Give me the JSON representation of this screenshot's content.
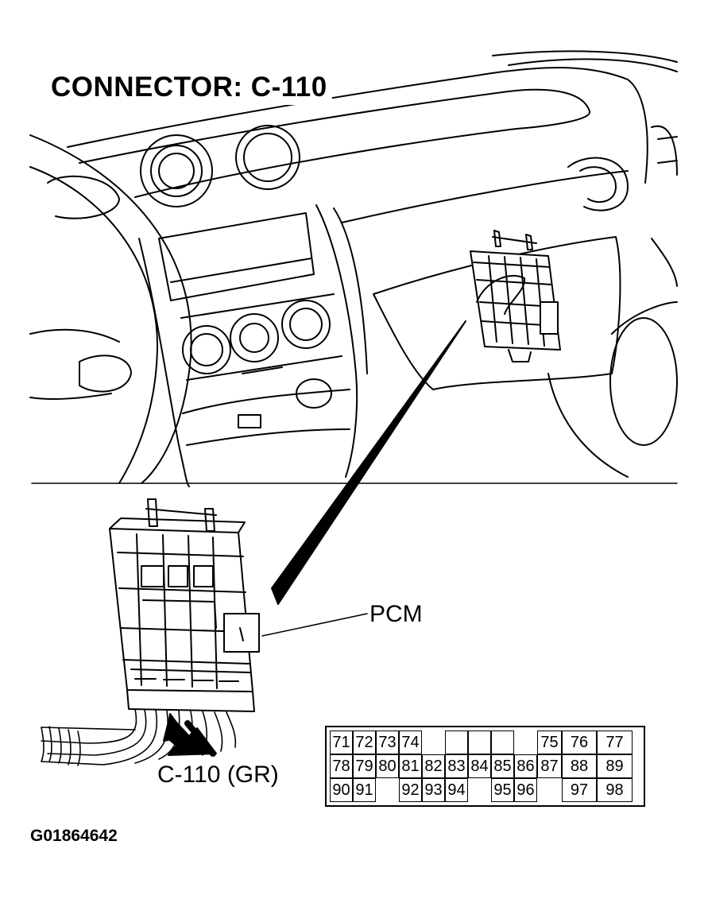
{
  "title": "CONNECTOR: C-110",
  "labels": {
    "pcm": "PCM",
    "connector": "C-110 (GR)"
  },
  "figure_id": "G01864642",
  "pin_rows": [
    [
      {
        "pin": "71",
        "boxed": true
      },
      {
        "pin": "72",
        "boxed": true
      },
      {
        "pin": "73",
        "boxed": true
      },
      {
        "pin": "74",
        "boxed": true
      },
      {
        "pin": "",
        "boxed": false
      },
      {
        "pin": "",
        "boxed": true
      },
      {
        "pin": "",
        "boxed": true
      },
      {
        "pin": "",
        "boxed": true
      },
      {
        "pin": "",
        "boxed": false
      },
      {
        "pin": "75",
        "boxed": true
      },
      {
        "pin": "76",
        "boxed": true
      },
      {
        "pin": "77",
        "boxed": true
      }
    ],
    [
      {
        "pin": "78",
        "boxed": true
      },
      {
        "pin": "79",
        "boxed": true
      },
      {
        "pin": "80",
        "boxed": true
      },
      {
        "pin": "81",
        "boxed": true
      },
      {
        "pin": "82",
        "boxed": true
      },
      {
        "pin": "83",
        "boxed": true
      },
      {
        "pin": "84",
        "boxed": true
      },
      {
        "pin": "85",
        "boxed": true
      },
      {
        "pin": "86",
        "boxed": true
      },
      {
        "pin": "87",
        "boxed": true
      },
      {
        "pin": "88",
        "boxed": true
      },
      {
        "pin": "89",
        "boxed": true
      }
    ],
    [
      {
        "pin": "90",
        "boxed": true
      },
      {
        "pin": "91",
        "boxed": true
      },
      {
        "pin": "",
        "boxed": false
      },
      {
        "pin": "92",
        "boxed": true
      },
      {
        "pin": "93",
        "boxed": true
      },
      {
        "pin": "94",
        "boxed": true
      },
      {
        "pin": "",
        "boxed": false
      },
      {
        "pin": "95",
        "boxed": true
      },
      {
        "pin": "96",
        "boxed": true
      },
      {
        "pin": "",
        "boxed": false
      },
      {
        "pin": "97",
        "boxed": true
      },
      {
        "pin": "98",
        "boxed": true
      }
    ]
  ]
}
